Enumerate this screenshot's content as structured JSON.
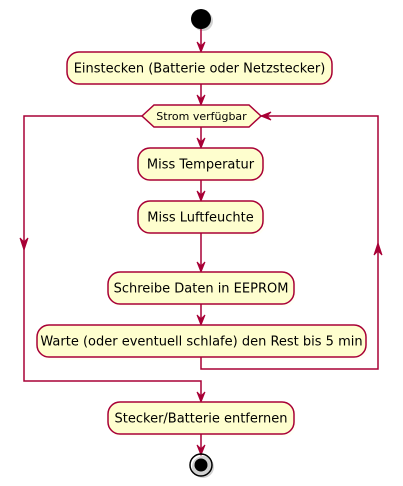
{
  "diagram": {
    "type": "uml-activity",
    "colors": {
      "border": "#A80036",
      "fill": "#FEFECE",
      "node": "#000000"
    },
    "actions": {
      "plug_in": "Einstecken (Batterie oder Netzstecker)",
      "measure_temperature": "Miss Temperatur",
      "measure_humidity": "Miss Luftfeuchte",
      "write_eeprom": "Schreibe Daten in EEPROM",
      "wait": "Warte (oder eventuell schlafe) den Rest bis 5 min",
      "unplug": "Stecker/Batterie entfernen"
    },
    "loop": {
      "condition": "Strom verfügbar"
    }
  }
}
